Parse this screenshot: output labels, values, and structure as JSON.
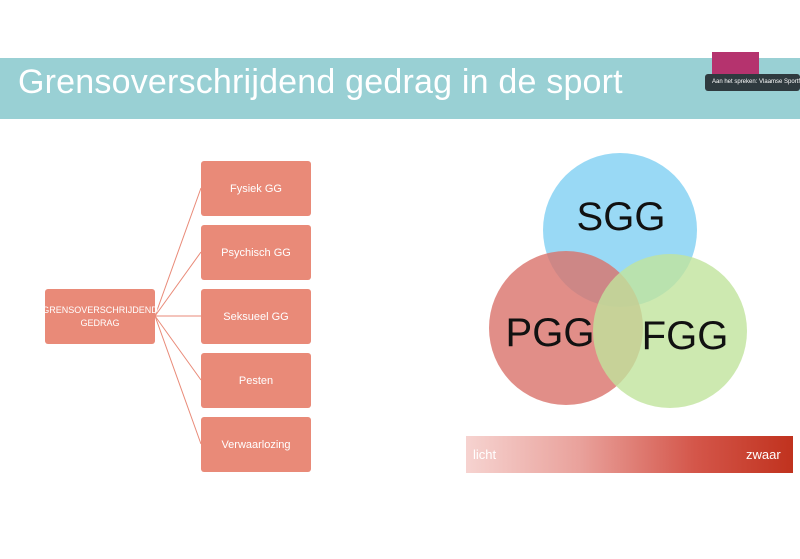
{
  "slide": {
    "title": "Grensoverschrijdend gedrag in de sport",
    "speaker_badge": "Aan het spreken: Vlaamse Sportfederatie"
  },
  "hierarchy": {
    "root": "Grensoverschrijdend gedrag",
    "children": [
      "Fysiek GG",
      "Psychisch GG",
      "Seksueel GG",
      "Pesten",
      "Verwaarlozing"
    ]
  },
  "venn": {
    "top": {
      "label": "SGG",
      "color": "#7fd0f3"
    },
    "left": {
      "label": "PGG",
      "color": "#d9726a"
    },
    "right": {
      "label": "FGG",
      "color": "#c0e39c"
    }
  },
  "scale": {
    "left_label": "licht",
    "right_label": "zwaar",
    "color_start": "#f6d3d0",
    "color_end": "#c0321e"
  },
  "colors": {
    "title_bar": "#99d0d4",
    "accent": "#b5336e",
    "box": "#e98a78"
  }
}
